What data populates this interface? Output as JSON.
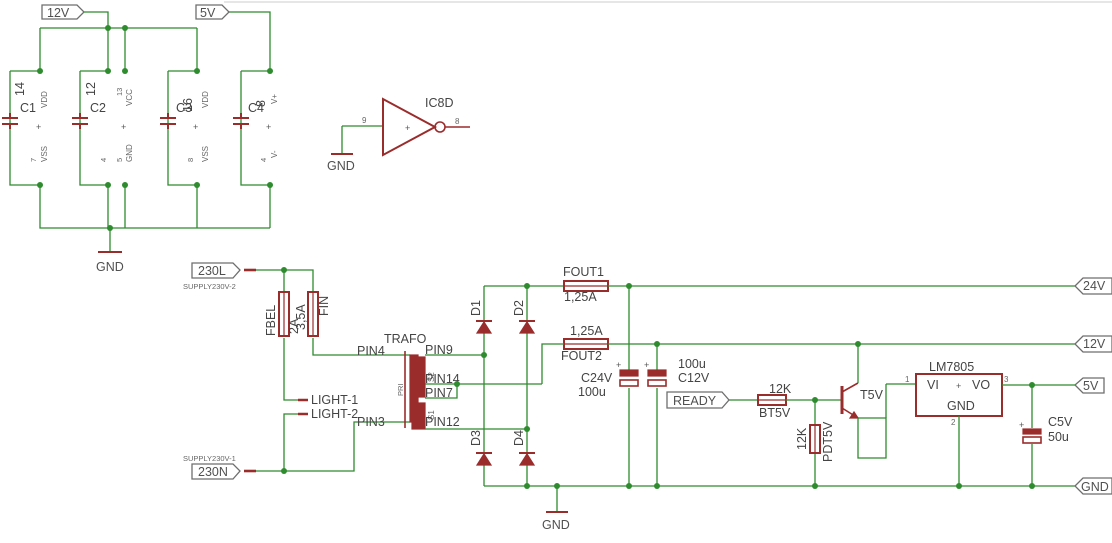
{
  "nets": {
    "v12_top": "12V",
    "v5_top": "5V",
    "gnd": "GND",
    "v24_out": "24V",
    "v12_out": "12V",
    "v5_out": "5V",
    "gnd_out": "GND",
    "l230": "230L",
    "n230": "230N",
    "ready": "READY"
  },
  "supply_pins": [
    "PIN 7",
    "PIN 14",
    "PIN 4",
    "PIN 8",
    "PIN 13"
  ],
  "caps_top": [
    {
      "name": "C1",
      "value": "14",
      "pin_top": "VDD",
      "pin_bot": "VSS",
      "num_bot": "7"
    },
    {
      "name": "C2",
      "value": "12",
      "pin_top": "VCC",
      "pin_bot": "GND",
      "num_top": "13",
      "num_bot_a": "4",
      "num_bot_b": "5"
    },
    {
      "name": "C3",
      "value": "16",
      "pin_top": "VDD",
      "pin_bot": "VSS",
      "num_bot": "8"
    },
    {
      "name": "C4",
      "value": "8",
      "pin_top": "V+",
      "pin_bot": "V-",
      "num_bot": "4"
    }
  ],
  "gate": {
    "name": "IC8D",
    "pin_in": "9",
    "pin_out": "8"
  },
  "supply_labels": {
    "l": "SUPPLY230V-2",
    "n": "SUPPLY230V-1"
  },
  "fuses_in": [
    {
      "name": "FBEL",
      "value": "2A"
    },
    {
      "name": "FIN",
      "value": "3,5A"
    }
  ],
  "lights": [
    "LIGHT-1",
    "LIGHT-2"
  ],
  "trafo": {
    "name": "TRAFO",
    "pins": [
      "PIN4",
      "PIN3",
      "PIN9",
      "PIN14",
      "PIN7",
      "PIN12"
    ],
    "windings": [
      "PRI",
      "S2",
      "S1"
    ]
  },
  "diodes": [
    "D1",
    "D2",
    "D3",
    "D4"
  ],
  "fuses_out": [
    {
      "name": "FOUT1",
      "value": "1,25A"
    },
    {
      "name": "FOUT2",
      "value": "1,25A"
    }
  ],
  "caps_out": [
    {
      "name": "C24V",
      "value": "100u"
    },
    {
      "name": "C12V",
      "value": "100u"
    },
    {
      "name": "C5V",
      "value": "50u"
    }
  ],
  "resistors": [
    {
      "name": "BT5V",
      "value": "12K"
    },
    {
      "name": "PDT5V",
      "value": "12K"
    }
  ],
  "transistor": "T5V",
  "regulator": {
    "name": "LM7805",
    "vi": "VI",
    "vo": "VO",
    "gnd": "GND",
    "pin_vi": "1",
    "pin_vo": "3",
    "pin_gnd": "2"
  }
}
